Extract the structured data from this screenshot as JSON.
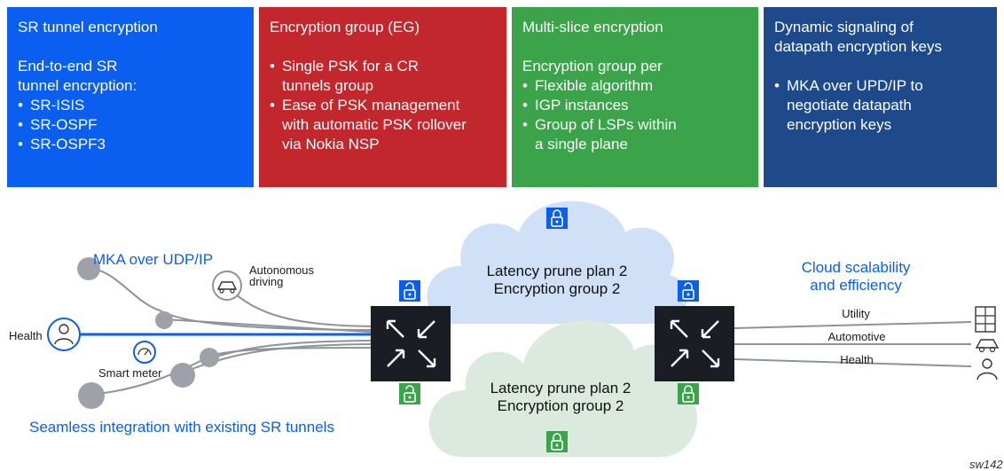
{
  "panels": [
    {
      "title": "SR tunnel encryption",
      "intro": "End-to-end SR\ntunnel encryption:",
      "bullets": [
        "SR-ISIS",
        "SR-OSPF",
        "SR-OSPF3"
      ],
      "color": "#0a5ff0"
    },
    {
      "title": "Encryption group (EG)",
      "intro": "",
      "bullets": [
        "Single PSK for a CR\ntunnels group",
        "Ease of PSK management\nwith automatic PSK rollover\nvia Nokia NSP"
      ],
      "color": "#c1272d"
    },
    {
      "title": "Multi-slice encryption",
      "intro": "Encryption group per",
      "bullets": [
        "Flexible algorithm",
        "IGP instances",
        "Group of LSPs within\na single plane"
      ],
      "color": "#3ba34a"
    },
    {
      "title": "Dynamic signaling of\ndatapath encryption keys",
      "intro": "",
      "bullets": [
        "MKA over UPD/IP to\nnegotiate datapath\nencryption keys"
      ],
      "color": "#1e4a8c"
    }
  ],
  "diagram": {
    "mka_label": "MKA over UDP/IP",
    "autonomous_label_1": "Autonomous",
    "autonomous_label_2": "driving",
    "health_left_label": "Health",
    "smart_meter_label": "Smart meter",
    "seamless_label": "Seamless integration with existing SR tunnels",
    "cloud_top_line1": "Latency prune plan 2",
    "cloud_top_line2": "Encryption group 2",
    "cloud_bottom_line1": "Latency prune plan 2",
    "cloud_bottom_line2": "Encryption group 2",
    "cloud_scal_line1": "Cloud scalability",
    "cloud_scal_line2": "and efficiency",
    "utility_label": "Utility",
    "automotive_label": "Automotive",
    "health_right_label": "Health",
    "figure_id": "sw142",
    "colors": {
      "blue_accent": "#0a5ff0",
      "lock_blue": "#0a5ff0",
      "lock_green": "#3ba34a",
      "router": "#1a1d24",
      "cloud_top": "#cfe0f7",
      "cloud_bottom": "#dce9de",
      "line_gray": "#8e9299"
    }
  }
}
